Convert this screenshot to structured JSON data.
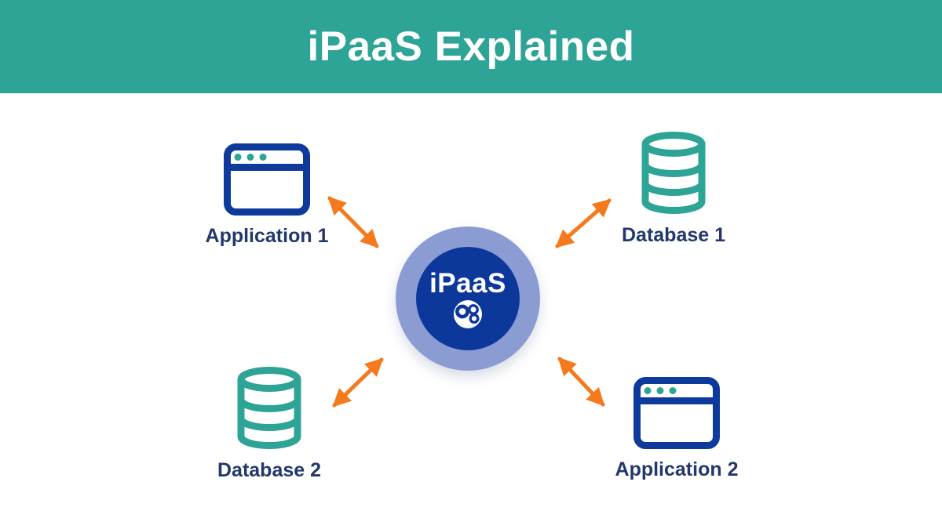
{
  "header": {
    "title": "iPaaS Explained"
  },
  "center": {
    "label": "iPaaS",
    "icon": "integration-molecule-icon"
  },
  "nodes": {
    "app1": {
      "label": "Application 1",
      "type": "application"
    },
    "db1": {
      "label": "Database 1",
      "type": "database"
    },
    "db2": {
      "label": "Database 2",
      "type": "database"
    },
    "app2": {
      "label": "Application 2",
      "type": "application"
    }
  },
  "connections": [
    {
      "from": "iPaaS",
      "to": "Application 1",
      "bidirectional": true
    },
    {
      "from": "iPaaS",
      "to": "Database 1",
      "bidirectional": true
    },
    {
      "from": "iPaaS",
      "to": "Database 2",
      "bidirectional": true
    },
    {
      "from": "iPaaS",
      "to": "Application 2",
      "bidirectional": true
    }
  ],
  "colors": {
    "teal": "#2EA496",
    "navy": "#0E3A9C",
    "label-navy": "#22386B",
    "ring-blue": "#8A9CD2",
    "center-navy": "#0D389B",
    "arrow-orange": "#F5791D",
    "white": "#FFFFFF"
  }
}
